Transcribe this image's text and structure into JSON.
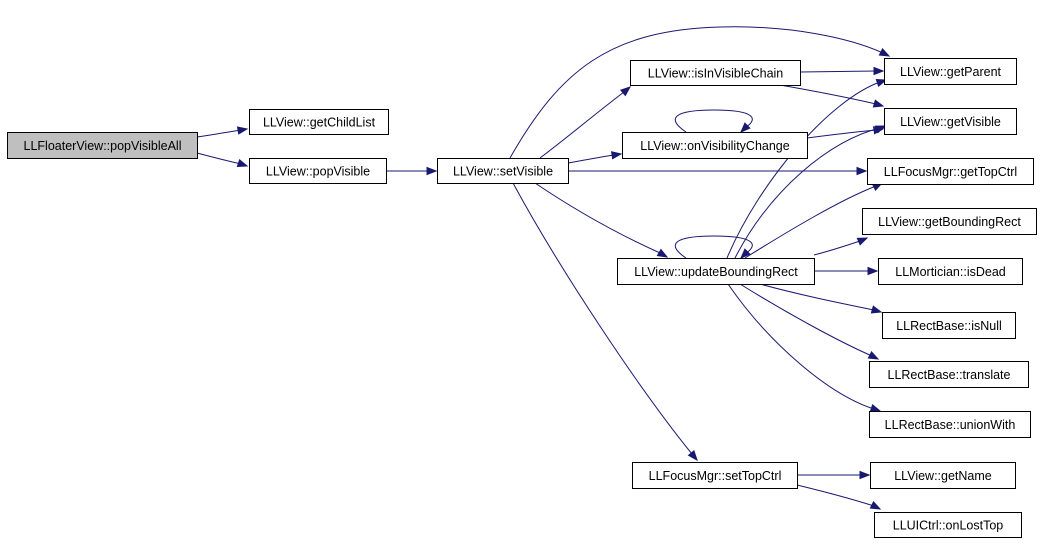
{
  "diagram": {
    "root_fill": "#bfbfbf",
    "edge_color": "#191970",
    "nodes": [
      {
        "id": "n0",
        "label": "LLFloaterView::popVisibleAll",
        "root": true
      },
      {
        "id": "n1",
        "label": "LLView::getChildList"
      },
      {
        "id": "n2",
        "label": "LLView::popVisible"
      },
      {
        "id": "n3",
        "label": "LLView::setVisible"
      },
      {
        "id": "n4",
        "label": "LLView::isInVisibleChain"
      },
      {
        "id": "n5",
        "label": "LLView::onVisibilityChange"
      },
      {
        "id": "n6",
        "label": "LLView::updateBoundingRect"
      },
      {
        "id": "n7",
        "label": "LLFocusMgr::setTopCtrl"
      },
      {
        "id": "n8",
        "label": "LLView::getParent"
      },
      {
        "id": "n9",
        "label": "LLView::getVisible"
      },
      {
        "id": "n10",
        "label": "LLFocusMgr::getTopCtrl"
      },
      {
        "id": "n11",
        "label": "LLView::getBoundingRect"
      },
      {
        "id": "n12",
        "label": "LLMortician::isDead"
      },
      {
        "id": "n13",
        "label": "LLRectBase::isNull"
      },
      {
        "id": "n14",
        "label": "LLRectBase::translate"
      },
      {
        "id": "n15",
        "label": "LLRectBase::unionWith"
      },
      {
        "id": "n16",
        "label": "LLView::getName"
      },
      {
        "id": "n17",
        "label": "LLUICtrl::onLostTop"
      }
    ],
    "edges": [
      {
        "from": "n0",
        "to": "n1"
      },
      {
        "from": "n0",
        "to": "n2"
      },
      {
        "from": "n2",
        "to": "n3"
      },
      {
        "from": "n3",
        "to": "n4"
      },
      {
        "from": "n3",
        "to": "n5"
      },
      {
        "from": "n3",
        "to": "n8"
      },
      {
        "from": "n3",
        "to": "n10"
      },
      {
        "from": "n3",
        "to": "n6"
      },
      {
        "from": "n3",
        "to": "n7"
      },
      {
        "from": "n4",
        "to": "n8"
      },
      {
        "from": "n4",
        "to": "n9"
      },
      {
        "from": "n5",
        "to": "n5"
      },
      {
        "from": "n5",
        "to": "n9"
      },
      {
        "from": "n6",
        "to": "n6"
      },
      {
        "from": "n6",
        "to": "n8"
      },
      {
        "from": "n6",
        "to": "n9"
      },
      {
        "from": "n6",
        "to": "n10"
      },
      {
        "from": "n6",
        "to": "n11"
      },
      {
        "from": "n6",
        "to": "n12"
      },
      {
        "from": "n6",
        "to": "n13"
      },
      {
        "from": "n6",
        "to": "n14"
      },
      {
        "from": "n6",
        "to": "n15"
      },
      {
        "from": "n7",
        "to": "n16"
      },
      {
        "from": "n7",
        "to": "n17"
      }
    ]
  }
}
